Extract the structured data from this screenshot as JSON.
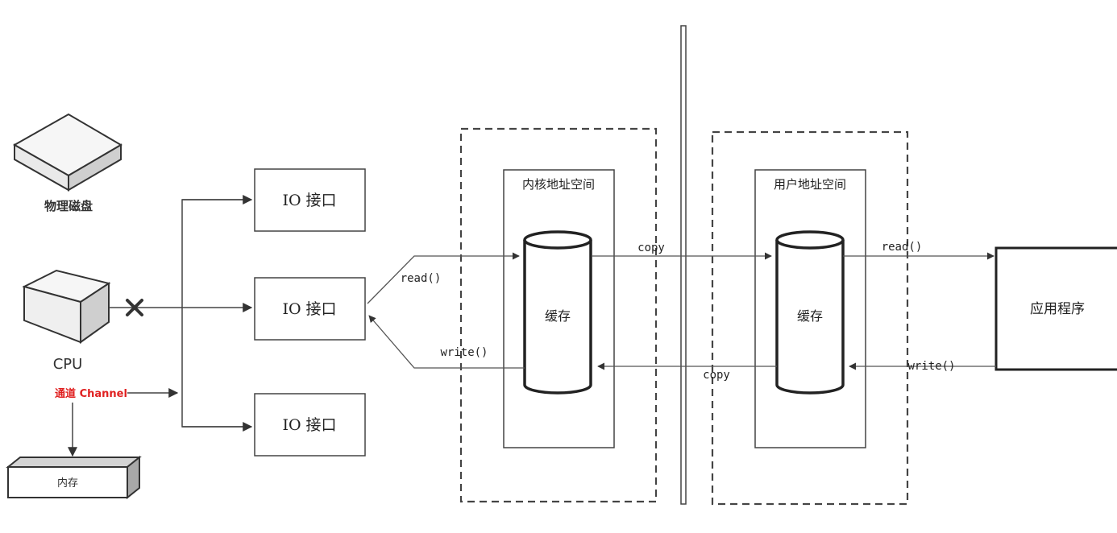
{
  "labels": {
    "disk": "物理磁盘",
    "cpu": "CPU",
    "channel": "通道 Channel",
    "memory": "内存",
    "io1": "IO 接口",
    "io2": "IO 接口",
    "io3": "IO 接口",
    "kernel_space": "内核地址空间",
    "user_space": "用户地址空间",
    "kernel_cache": "缓存",
    "user_cache": "缓存",
    "app": "应用程序"
  },
  "arrows": {
    "read_left": "read()",
    "write_left": "write()",
    "copy_top": "copy",
    "copy_bottom": "copy",
    "read_right": "read()",
    "write_right": "write()"
  },
  "colors": {
    "line": "#444444",
    "box_fill": "#ffffff",
    "channel": "#e02020",
    "device_top": "#f4f4f4",
    "device_side": "#c8c8c8"
  },
  "icons": {
    "blocked": "x-mark-icon"
  }
}
